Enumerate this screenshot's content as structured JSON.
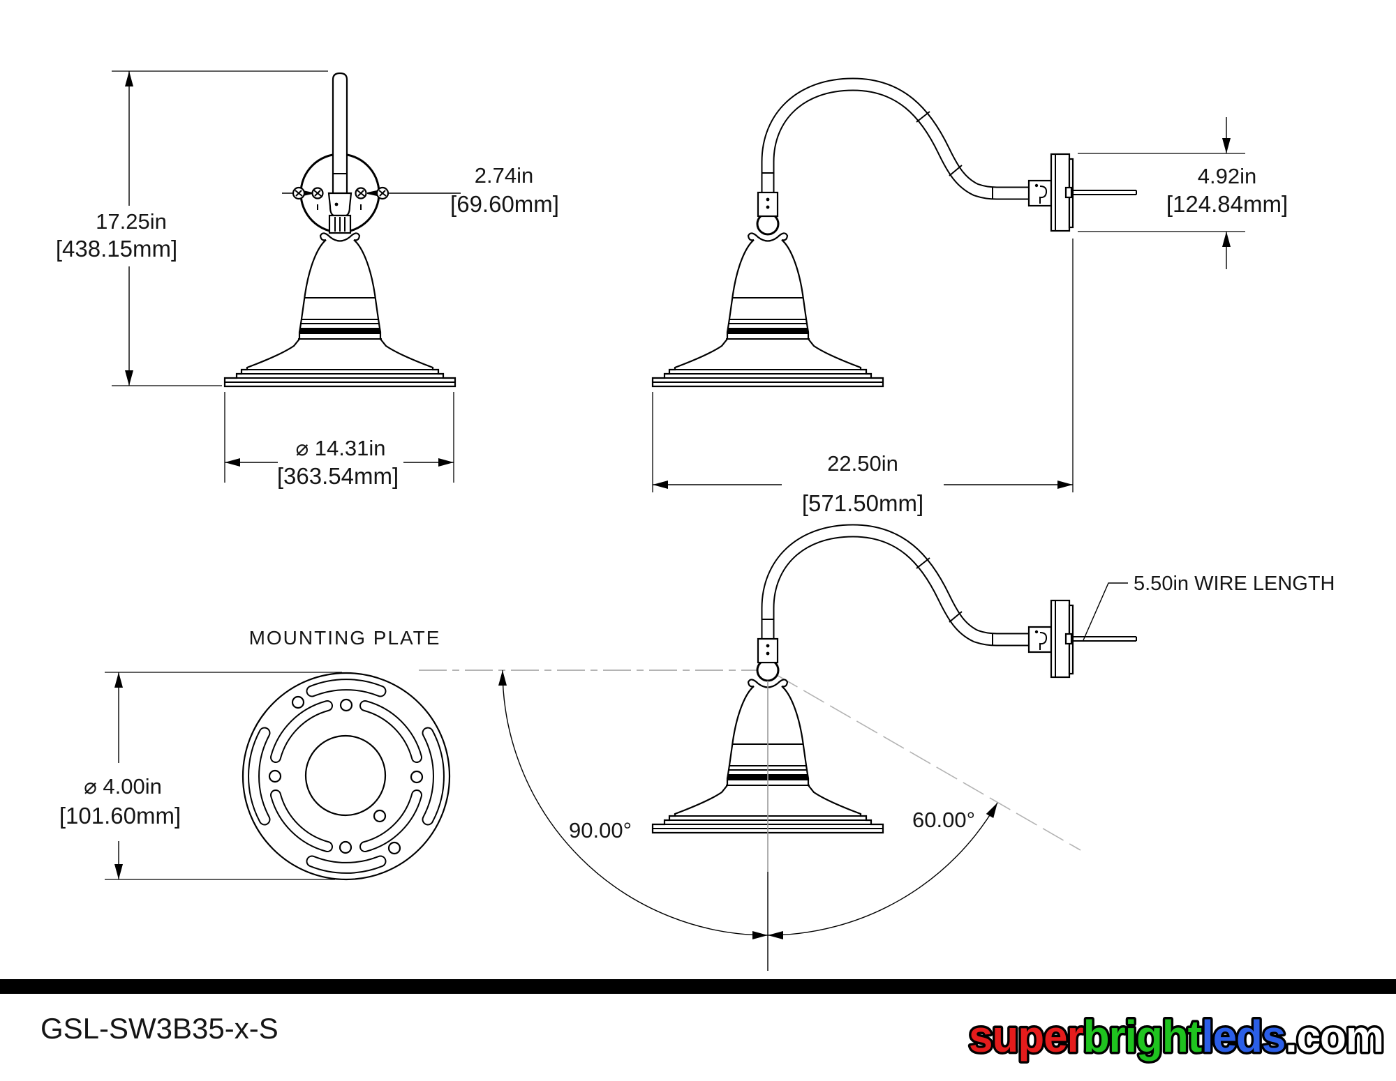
{
  "drawing": {
    "front_view": {
      "height_in": "17.25in",
      "height_mm": "[438.15mm]",
      "backplate_in": "2.74in",
      "backplate_mm": "[69.60mm]",
      "shade_diameter_in": "⌀ 14.31in",
      "shade_diameter_mm": "[363.54mm]"
    },
    "side_view": {
      "plate_height_in": "4.92in",
      "plate_height_mm": "[124.84mm]",
      "extension_in": "22.50in",
      "extension_mm": "[571.50mm]"
    },
    "mounting_plate_view": {
      "title": "MOUNTING PLATE",
      "diameter_in": "⌀ 4.00in",
      "diameter_mm": "[101.60mm]"
    },
    "tilt_view": {
      "angle_down": "90.00°",
      "angle_up": "60.00°",
      "wire_label": "5.50in WIRE LENGTH"
    }
  },
  "footer": {
    "part_number": "GSL-SW3B35-x-S",
    "logo": {
      "segments": [
        {
          "text": "super",
          "color": "#e51c1c"
        },
        {
          "text": "bright",
          "color": "#1fc41f"
        },
        {
          "text": "leds",
          "color": "#2b5fe8"
        },
        {
          "text": ".com",
          "color": "#ffffff"
        }
      ]
    }
  },
  "colors": {
    "line": "#000000",
    "centerline_gray": "#9b9b9b",
    "background": "#ffffff"
  }
}
